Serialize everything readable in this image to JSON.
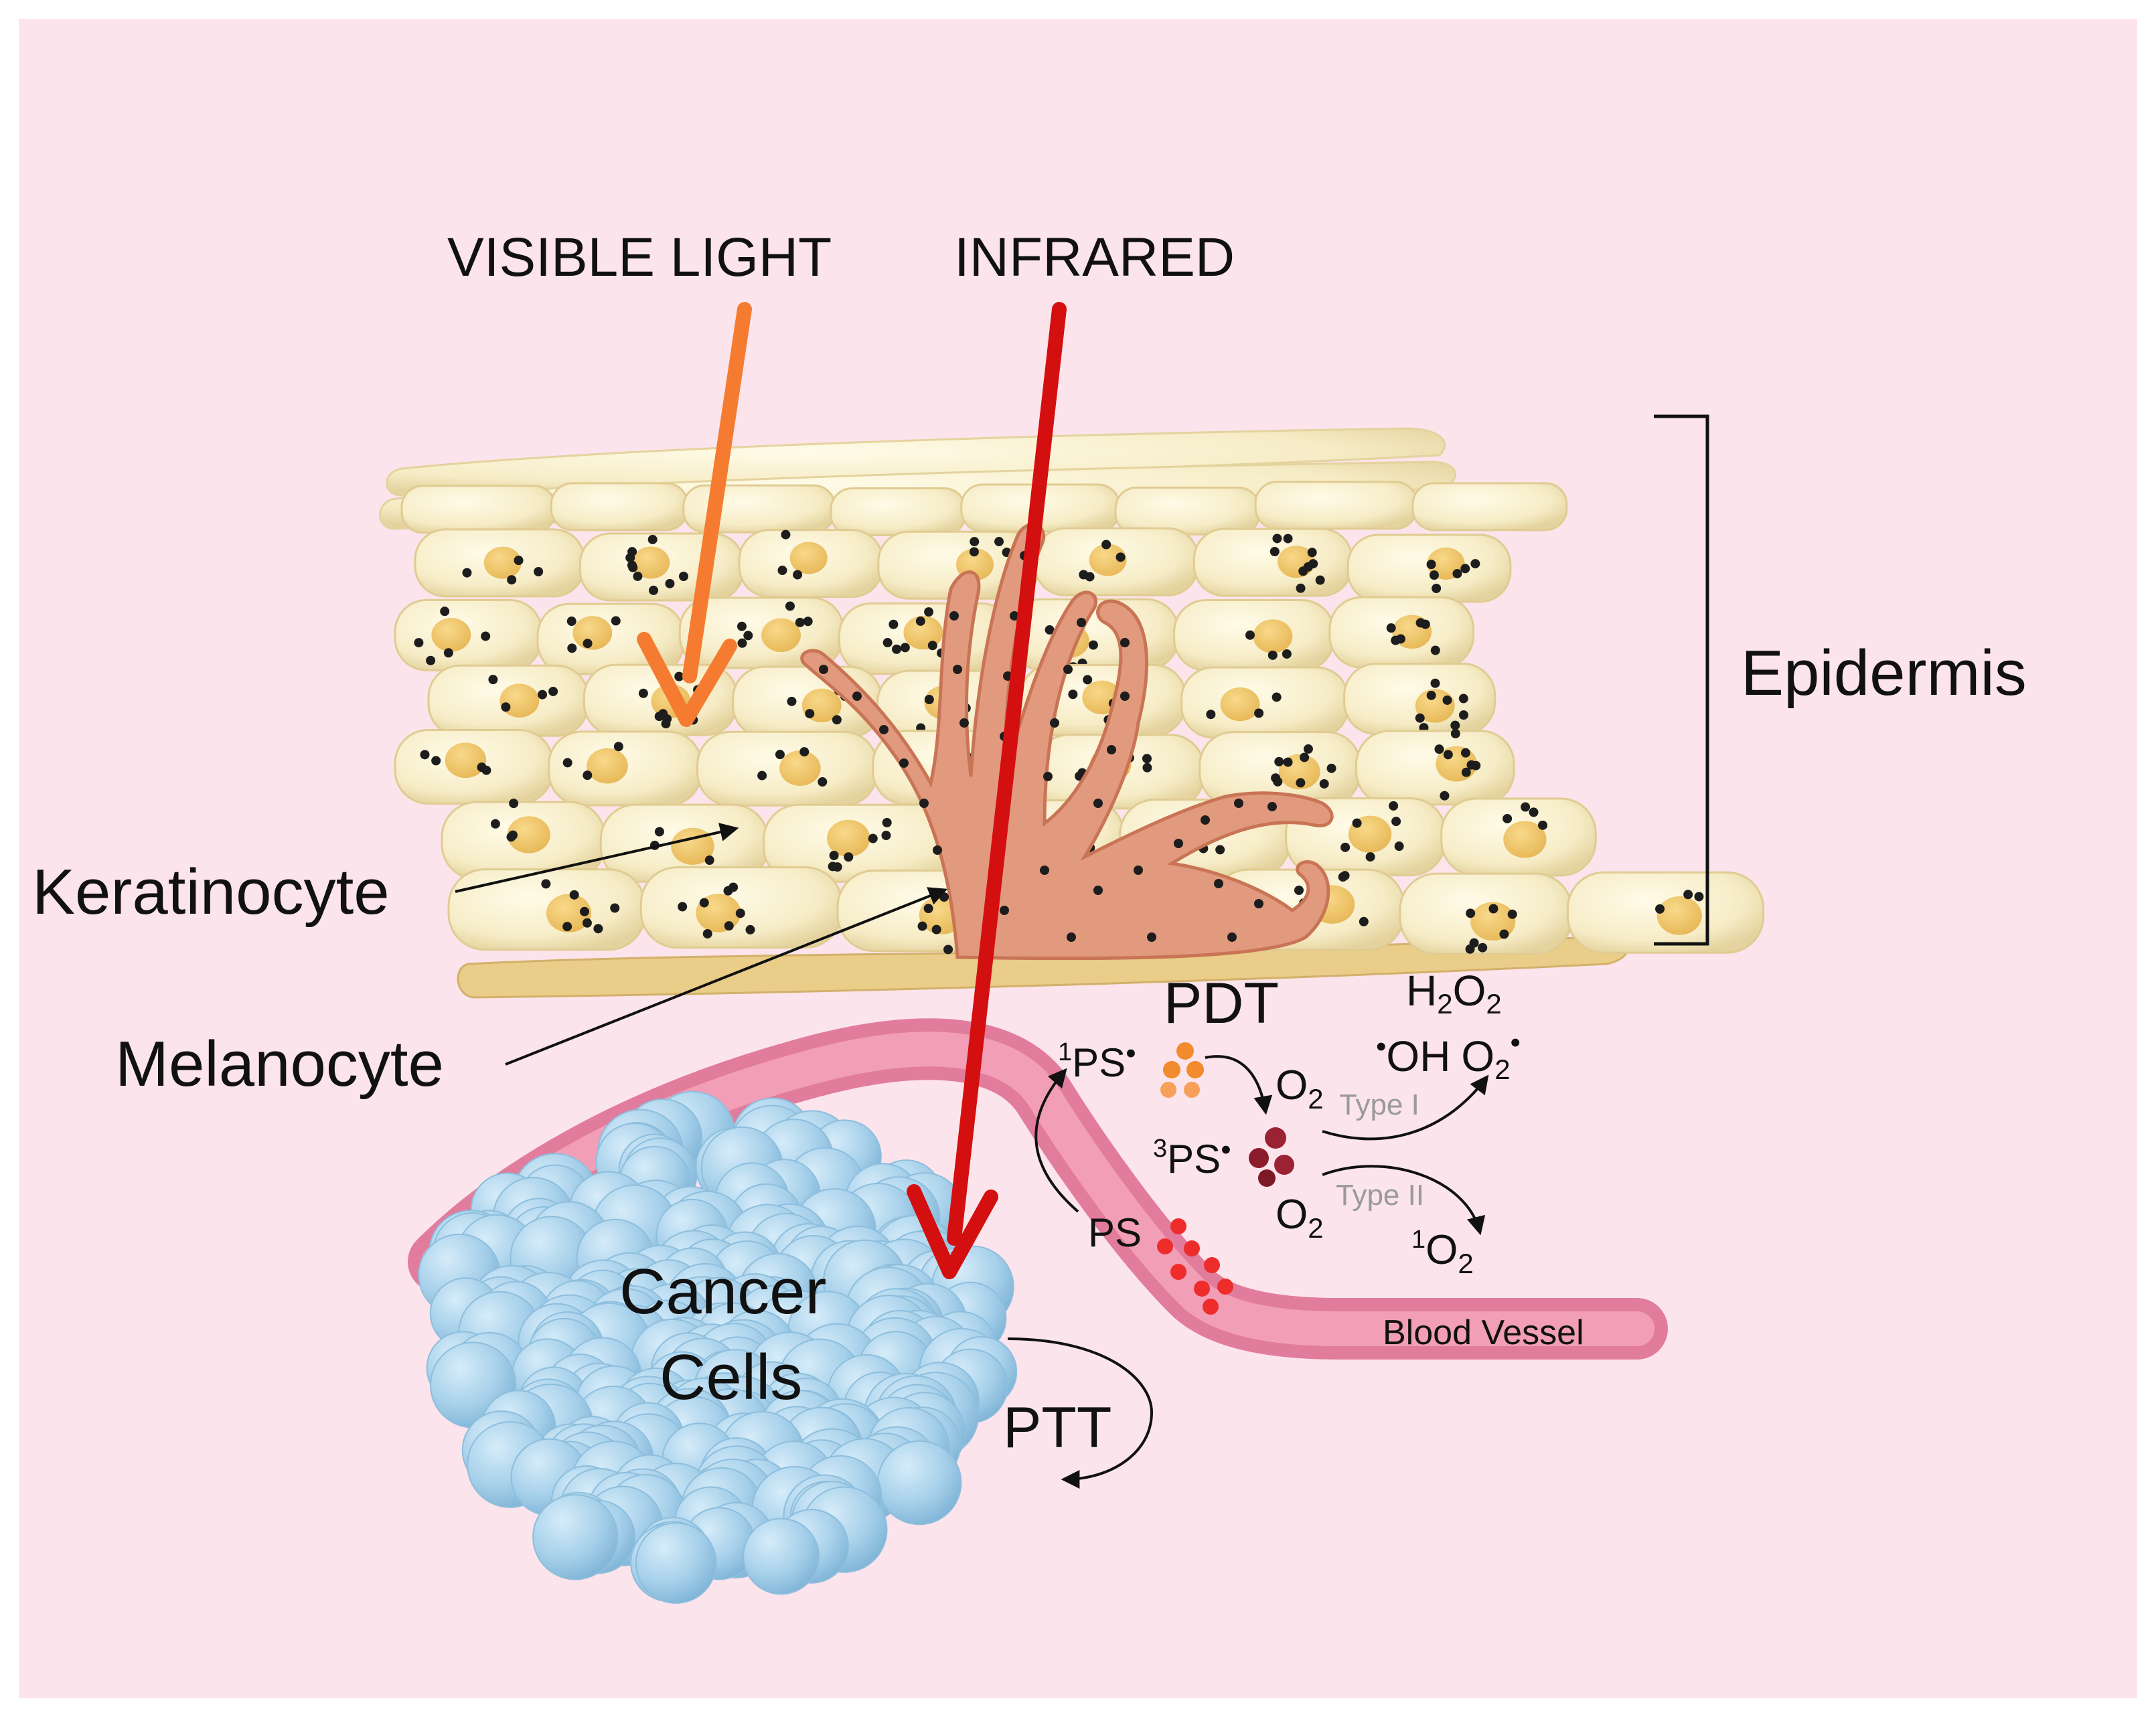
{
  "labels": {
    "visible_light": "VISIBLE LIGHT",
    "infrared": "INFRARED",
    "epidermis": "Epidermis",
    "keratinocyte": "Keratinocyte",
    "melanocyte": "Melanocyte",
    "cancer_line1": "Cancer",
    "cancer_line2": "Cells",
    "ptt": "PTT",
    "pdt": "PDT",
    "blood_vessel": "Blood Vessel",
    "type_i": "Type I",
    "type_ii": "Type II"
  },
  "chem": {
    "h2o2_h": "H",
    "h2o2_sub1": "2",
    "h2o2_o": "O",
    "h2o2_sub2": "2",
    "oh_dot": "•",
    "oh": "OH",
    "o2r_o": "O",
    "o2r_sub": "2",
    "o2r_dot": "•",
    "ps1_sup": "1",
    "ps1": "PS",
    "ps1_dot": "•",
    "o2a": "O",
    "o2a_sub": "2",
    "ps3_sup": "3",
    "ps3": "PS",
    "ps3_dot": "•",
    "o2b": "O",
    "o2b_sub": "2",
    "ps": "PS",
    "so_sup": "1",
    "so_o": "O",
    "so_sub": "2"
  },
  "colors": {
    "background": "#fce4ec",
    "visible_light_arrow": "#f47b30",
    "infrared_arrow": "#d40f0f",
    "keratinocyte": "#f7efcf",
    "nucleus": "#efc66a",
    "melanocyte": "#e0957a",
    "blood_vessel": "#f28aa8",
    "cancer_cell": "#a9d3ec",
    "ps_excited_singlet": "#f28a2e",
    "ps_triplet": "#9b2232",
    "ps_ground": "#ee2c2c"
  }
}
